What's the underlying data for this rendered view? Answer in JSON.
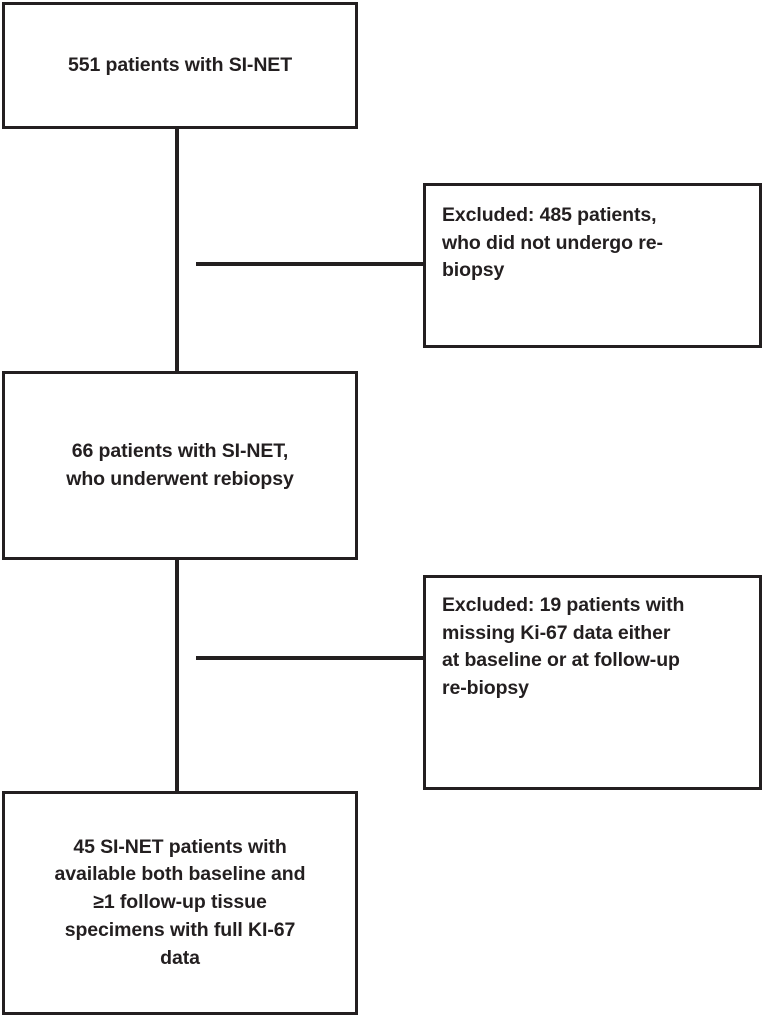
{
  "diagram": {
    "type": "patient-selection-flowchart",
    "colors": {
      "stroke": "#231f20",
      "background": "#ffffff",
      "text": "#231f20"
    },
    "nodes": {
      "total": {
        "label": "551 patients with SI-NET",
        "count": 551,
        "align": "center"
      },
      "excluded_1": {
        "label": "Excluded: 485 patients,\nwho did not undergo re-\nbiopsy",
        "count": 485,
        "align": "left"
      },
      "rebiopsy": {
        "label": "66 patients with SI-NET,\nwho underwent rebiopsy",
        "count": 66,
        "align": "center"
      },
      "excluded_2": {
        "label": "Excluded: 19 patients with\nmissing Ki-67 data either\nat baseline or at follow-up\nre-biopsy",
        "count": 19,
        "align": "left"
      },
      "final": {
        "label": "45 SI-NET patients with\navailable both baseline and\n≥1 follow-up tissue\nspecimens with full KI-67\ndata",
        "count": 45,
        "align": "center"
      }
    },
    "connectors": [
      {
        "name": "total-to-rebiopsy",
        "orientation": "vertical"
      },
      {
        "name": "total-to-excluded-1",
        "orientation": "horizontal"
      },
      {
        "name": "rebiopsy-to-final",
        "orientation": "vertical"
      },
      {
        "name": "rebiopsy-to-excluded-2",
        "orientation": "horizontal"
      }
    ]
  }
}
